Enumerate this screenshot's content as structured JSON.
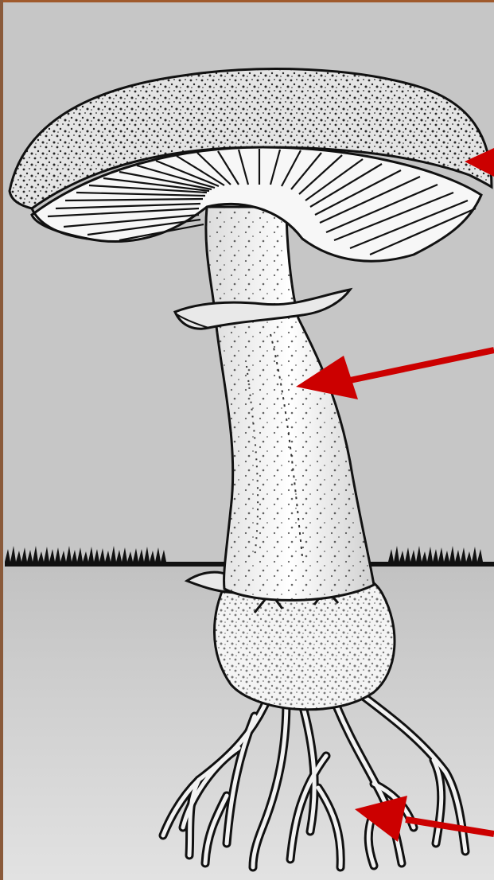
{
  "diagram": {
    "subject": "mushroom",
    "parts": [
      {
        "id": "cap",
        "name": ""
      },
      {
        "id": "gills",
        "name": ""
      },
      {
        "id": "ring",
        "name": ""
      },
      {
        "id": "stalk",
        "name": ""
      },
      {
        "id": "volva",
        "name": ""
      },
      {
        "id": "mycelium",
        "name": ""
      }
    ],
    "pointers": [
      {
        "target": "cap",
        "color": "#cc0000"
      },
      {
        "target": "stalk",
        "color": "#cc0000"
      },
      {
        "target": "mycelium",
        "color": "#cc0000"
      }
    ],
    "colors": {
      "sky": "#c6c6c6",
      "soil": "#d0d0d0",
      "ink": "#111111",
      "paper": "#f5f5f5",
      "arrow": "#cc0000",
      "border": "#a05a2c"
    }
  }
}
